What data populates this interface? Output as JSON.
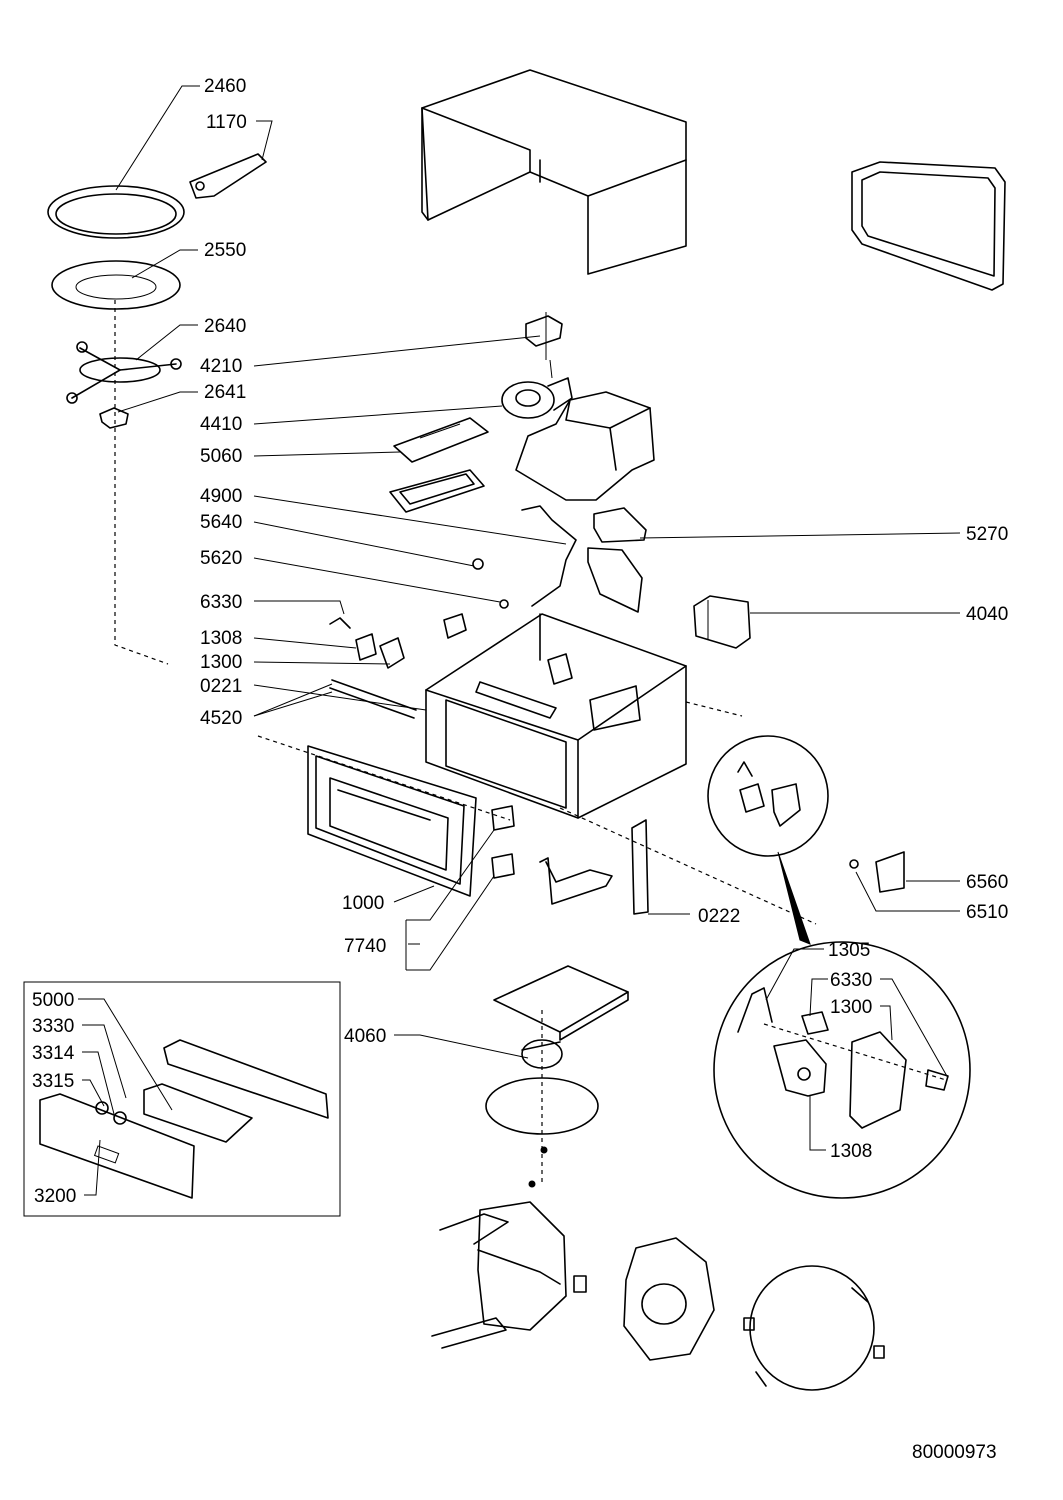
{
  "labels": {
    "l2460": "2460",
    "l1170": "1170",
    "l2550": "2550",
    "l2640": "2640",
    "l4210": "4210",
    "l2641": "2641",
    "l4410": "4410",
    "l5060": "5060",
    "l4900": "4900",
    "l5640": "5640",
    "l5620": "5620",
    "l5270": "5270",
    "l6330": "6330",
    "l4040": "4040",
    "l1308": "1308",
    "l1300": "1300",
    "l0221": "0221",
    "l4520": "4520",
    "l6560": "6560",
    "l6510": "6510",
    "l1000": "1000",
    "l0222": "0222",
    "l7740": "7740",
    "l1305": "1305",
    "l6330b": "6330",
    "l1300b": "1300",
    "l1308b": "1308",
    "l5000": "5000",
    "l3330": "3330",
    "l3314": "3314",
    "l3315": "3315",
    "l3200": "3200",
    "l4060": "4060",
    "docnum": "80000973"
  }
}
